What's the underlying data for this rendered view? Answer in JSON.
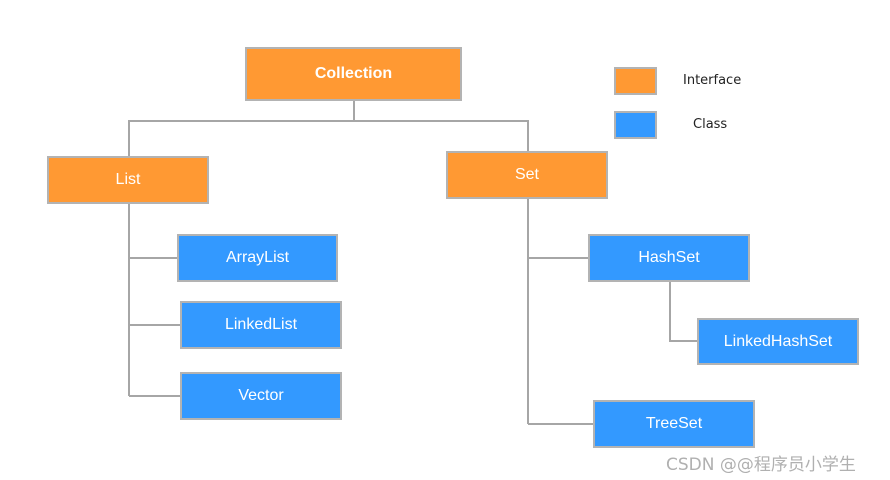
{
  "colors": {
    "interface": "#ff9933",
    "class": "#3399ff",
    "connector": "#a6a6a6",
    "border": "#b3b3b3"
  },
  "legend": {
    "interface_label": "Interface",
    "class_label": "Class"
  },
  "nodes": {
    "collection": {
      "label": "Collection",
      "kind": "interface"
    },
    "list": {
      "label": "List",
      "kind": "interface"
    },
    "set": {
      "label": "Set",
      "kind": "interface"
    },
    "arraylist": {
      "label": "ArrayList",
      "kind": "class"
    },
    "linkedlist": {
      "label": "LinkedList",
      "kind": "class"
    },
    "vector": {
      "label": "Vector",
      "kind": "class"
    },
    "hashset": {
      "label": "HashSet",
      "kind": "class"
    },
    "linkedhashset": {
      "label": "LinkedHashSet",
      "kind": "class"
    },
    "treeset": {
      "label": "TreeSet",
      "kind": "class"
    }
  },
  "edges": [
    [
      "collection",
      "list"
    ],
    [
      "collection",
      "set"
    ],
    [
      "list",
      "arraylist"
    ],
    [
      "list",
      "linkedlist"
    ],
    [
      "list",
      "vector"
    ],
    [
      "set",
      "hashset"
    ],
    [
      "set",
      "treeset"
    ],
    [
      "hashset",
      "linkedhashset"
    ]
  ],
  "watermark": "CSDN @@程序员小学生"
}
